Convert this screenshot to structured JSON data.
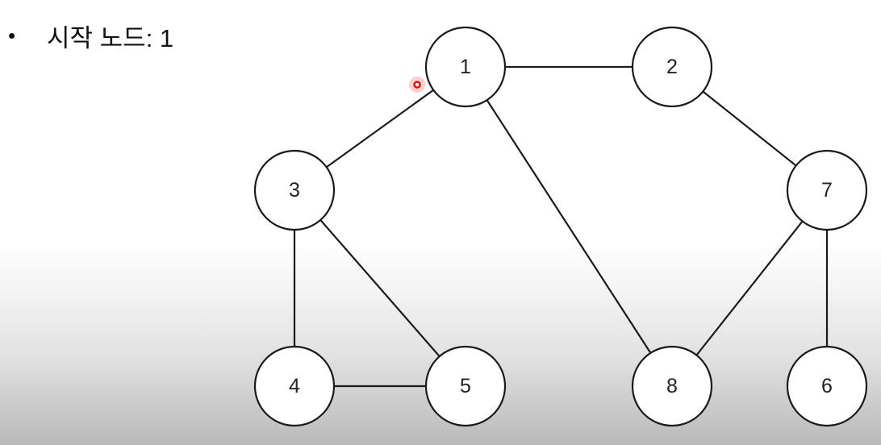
{
  "bullet": {
    "symbol": "•",
    "text": "시작 노드: 1"
  },
  "graph": {
    "nodes": [
      {
        "id": "1",
        "label": "1"
      },
      {
        "id": "2",
        "label": "2"
      },
      {
        "id": "3",
        "label": "3"
      },
      {
        "id": "7",
        "label": "7"
      },
      {
        "id": "4",
        "label": "4"
      },
      {
        "id": "5",
        "label": "5"
      },
      {
        "id": "8",
        "label": "8"
      },
      {
        "id": "6",
        "label": "6"
      }
    ],
    "edges": [
      [
        "1",
        "2"
      ],
      [
        "1",
        "3"
      ],
      [
        "1",
        "8"
      ],
      [
        "2",
        "7"
      ],
      [
        "3",
        "4"
      ],
      [
        "3",
        "5"
      ],
      [
        "4",
        "5"
      ],
      [
        "7",
        "8"
      ],
      [
        "7",
        "6"
      ]
    ]
  },
  "colors": {
    "stroke": "#1a1a1a",
    "pointer": "#e01010"
  }
}
